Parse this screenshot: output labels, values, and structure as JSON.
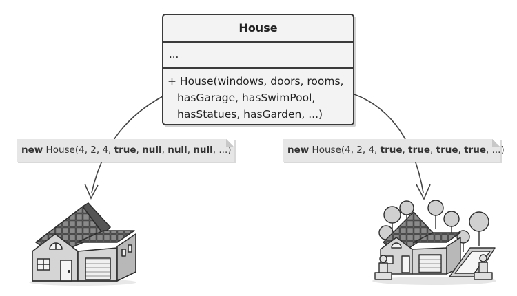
{
  "class_box": {
    "name": "House",
    "fields": "...",
    "constructor_lines": [
      "+ House(windows, doors, rooms,",
      "hasGarage, hasSwimPool,",
      "hasStatues, hasGarden, ...)"
    ]
  },
  "notes": {
    "left": {
      "kw": "new",
      "ctor": "House(4, 2, 4, ",
      "args": [
        "true",
        "null",
        "null",
        "null"
      ],
      "tail": "...)"
    },
    "right": {
      "kw": "new",
      "ctor": "House(4, 2, 4, ",
      "args": [
        "true",
        "true",
        "true",
        "true"
      ],
      "tail": "...)"
    }
  },
  "illustrations": {
    "left": "simple-house-icon",
    "right": "fancy-house-icon"
  },
  "colors": {
    "stroke": "#3a3a3a",
    "box_fill": "#f3f3f3",
    "note_fill": "#e6e6e6",
    "roof": "#6b6b6b"
  }
}
